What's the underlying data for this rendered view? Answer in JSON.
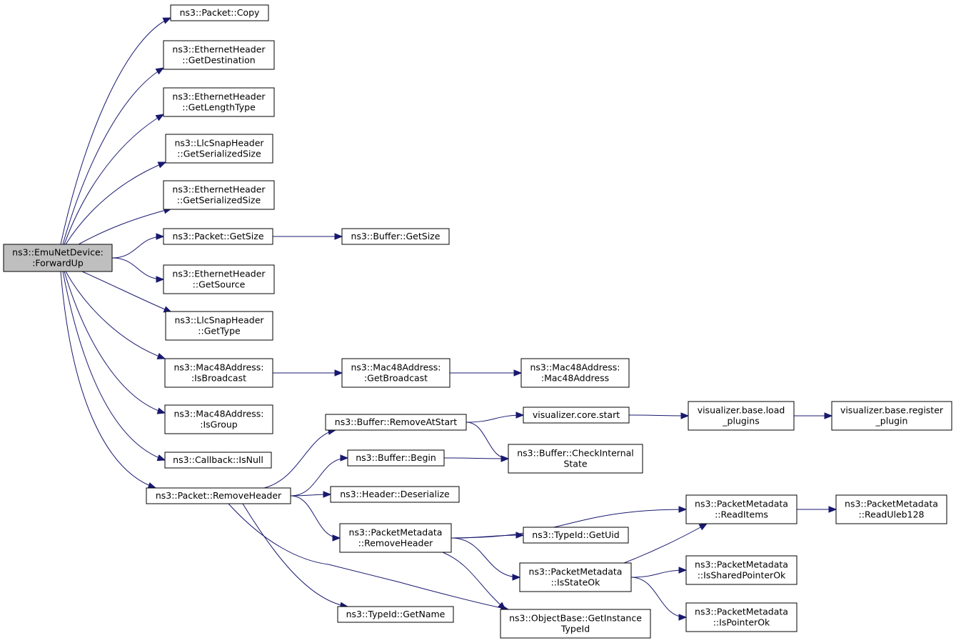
{
  "nodes": [
    {
      "id": "root",
      "lines": [
        "ns3::EmuNetDevice:",
        ":ForwardUp"
      ],
      "root": true
    },
    {
      "id": "copy",
      "lines": [
        "ns3::Packet::Copy"
      ]
    },
    {
      "id": "ehdst",
      "lines": [
        "ns3::EthernetHeader",
        "::GetDestination"
      ]
    },
    {
      "id": "ehlt",
      "lines": [
        "ns3::EthernetHeader",
        "::GetLengthType"
      ]
    },
    {
      "id": "llcss",
      "lines": [
        "ns3::LlcSnapHeader",
        "::GetSerializedSize"
      ]
    },
    {
      "id": "ehss",
      "lines": [
        "ns3::EthernetHeader",
        "::GetSerializedSize"
      ]
    },
    {
      "id": "pgs",
      "lines": [
        "ns3::Packet::GetSize"
      ]
    },
    {
      "id": "bgs",
      "lines": [
        "ns3::Buffer::GetSize"
      ]
    },
    {
      "id": "ehsrc",
      "lines": [
        "ns3::EthernetHeader",
        "::GetSource"
      ]
    },
    {
      "id": "llct",
      "lines": [
        "ns3::LlcSnapHeader",
        "::GetType"
      ]
    },
    {
      "id": "macib",
      "lines": [
        "ns3::Mac48Address:",
        ":IsBroadcast"
      ]
    },
    {
      "id": "macgb",
      "lines": [
        "ns3::Mac48Address:",
        ":GetBroadcast"
      ]
    },
    {
      "id": "macctor",
      "lines": [
        "ns3::Mac48Address:",
        ":Mac48Address"
      ]
    },
    {
      "id": "macig",
      "lines": [
        "ns3::Mac48Address:",
        ":IsGroup"
      ]
    },
    {
      "id": "cbnull",
      "lines": [
        "ns3::Callback::IsNull"
      ]
    },
    {
      "id": "prh",
      "lines": [
        "ns3::Packet::RemoveHeader"
      ]
    },
    {
      "id": "bras",
      "lines": [
        "ns3::Buffer::RemoveAtStart"
      ]
    },
    {
      "id": "vcs",
      "lines": [
        "visualizer.core.start"
      ]
    },
    {
      "id": "vblp",
      "lines": [
        "visualizer.base.load",
        "_plugins"
      ]
    },
    {
      "id": "vbrp",
      "lines": [
        "visualizer.base.register",
        "_plugin"
      ]
    },
    {
      "id": "bbeg",
      "lines": [
        "ns3::Buffer::Begin"
      ]
    },
    {
      "id": "bci",
      "lines": [
        "ns3::Buffer::CheckInternal",
        "State"
      ]
    },
    {
      "id": "hdes",
      "lines": [
        "ns3::Header::Deserialize"
      ]
    },
    {
      "id": "pmri",
      "lines": [
        "ns3::PacketMetadata",
        "::ReadItems"
      ]
    },
    {
      "id": "pmru",
      "lines": [
        "ns3::PacketMetadata",
        "::ReadUleb128"
      ]
    },
    {
      "id": "pmrh",
      "lines": [
        "ns3::PacketMetadata",
        "::RemoveHeader"
      ]
    },
    {
      "id": "tgu",
      "lines": [
        "ns3::TypeId::GetUid"
      ]
    },
    {
      "id": "pmso",
      "lines": [
        "ns3::PacketMetadata",
        "::IsStateOk"
      ]
    },
    {
      "id": "pmsp",
      "lines": [
        "ns3::PacketMetadata",
        "::IsSharedPointerOk"
      ]
    },
    {
      "id": "pmpo",
      "lines": [
        "ns3::PacketMetadata",
        "::IsPointerOk"
      ]
    },
    {
      "id": "tgn",
      "lines": [
        "ns3::TypeId::GetName"
      ]
    },
    {
      "id": "obgi",
      "lines": [
        "ns3::ObjectBase::GetInstance",
        "TypeId"
      ]
    }
  ],
  "edges": [
    [
      "root",
      "copy"
    ],
    [
      "root",
      "ehdst"
    ],
    [
      "root",
      "ehlt"
    ],
    [
      "root",
      "llcss"
    ],
    [
      "root",
      "ehss"
    ],
    [
      "root",
      "pgs"
    ],
    [
      "root",
      "ehsrc"
    ],
    [
      "root",
      "llct"
    ],
    [
      "root",
      "macib"
    ],
    [
      "root",
      "macig"
    ],
    [
      "root",
      "cbnull"
    ],
    [
      "root",
      "prh"
    ],
    [
      "pgs",
      "bgs"
    ],
    [
      "macib",
      "macgb"
    ],
    [
      "macgb",
      "macctor"
    ],
    [
      "prh",
      "bras"
    ],
    [
      "prh",
      "bbeg"
    ],
    [
      "prh",
      "hdes"
    ],
    [
      "prh",
      "pmrh"
    ],
    [
      "prh",
      "tgn"
    ],
    [
      "prh",
      "obgi"
    ],
    [
      "bras",
      "vcs"
    ],
    [
      "bras",
      "bci"
    ],
    [
      "vcs",
      "vblp"
    ],
    [
      "vblp",
      "vbrp"
    ],
    [
      "bbeg",
      "bci"
    ],
    [
      "pmrh",
      "pmri"
    ],
    [
      "pmrh",
      "tgu"
    ],
    [
      "pmrh",
      "pmso"
    ],
    [
      "pmrh",
      "obgi"
    ],
    [
      "pmri",
      "pmru"
    ],
    [
      "pmso",
      "pmri"
    ],
    [
      "pmso",
      "pmsp"
    ],
    [
      "pmso",
      "pmpo"
    ]
  ]
}
